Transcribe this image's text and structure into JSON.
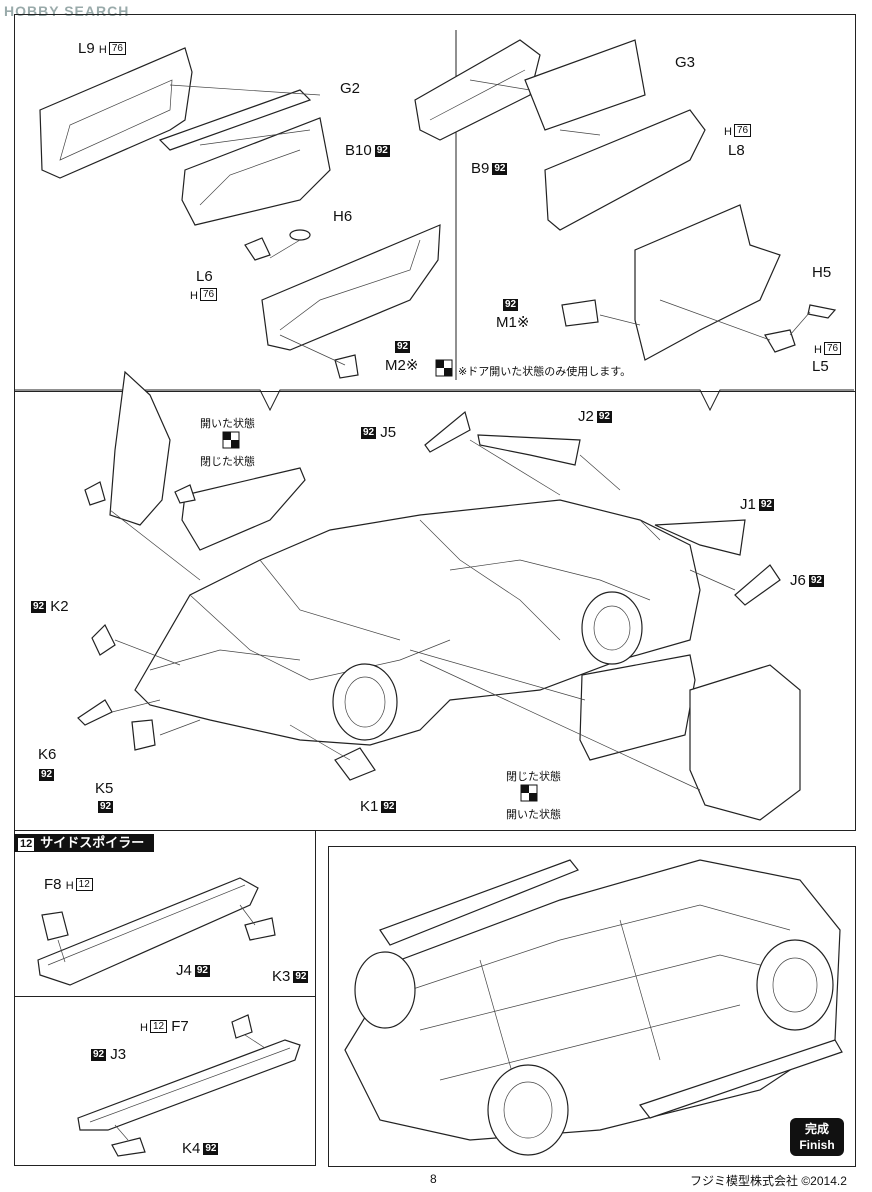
{
  "watermark": "HOBBY SEARCH",
  "parts": {
    "L9": "L9",
    "L9_h": "76",
    "G2": "G2",
    "B10": "B10",
    "B10_c": "92",
    "H6": "H6",
    "L6": "L6",
    "L6_h": "76",
    "M2": "M2※",
    "M2_c": "92",
    "G3": "G3",
    "B9": "B9",
    "B9_c": "92",
    "L8": "L8",
    "L8_h": "76",
    "H5": "H5",
    "M1": "M1※",
    "M1_c": "92",
    "L5": "L5",
    "L5_h": "76",
    "J5": "J5",
    "J5_c": "92",
    "J2": "J2",
    "J2_c": "92",
    "J1": "J1",
    "J1_c": "92",
    "J6": "J6",
    "J6_c": "92",
    "K2": "K2",
    "K2_c": "92",
    "K6": "K6",
    "K6_c": "92",
    "K5": "K5",
    "K5_c": "92",
    "K1": "K1",
    "K1_c": "92",
    "F8": "F8",
    "F8_h": "12",
    "J4": "J4",
    "J4_c": "92",
    "K3": "K3",
    "K3_c": "92",
    "F7": "F7",
    "F7_h": "12",
    "J3": "J3",
    "J3_c": "92",
    "K4": "K4",
    "K4_c": "92",
    "H_prefix": "H"
  },
  "notes": {
    "door_open_only": "※ドア開いた状態のみ使用します。",
    "closed_state": "閉じた状態",
    "open_state": "開いた状態"
  },
  "step": {
    "number": "12",
    "title": "サイドスポイラー"
  },
  "finish": {
    "jp": "完成",
    "en": "Finish"
  },
  "footer": {
    "page": "8",
    "copyright": "フジミ模型株式会社 ©2014.2"
  }
}
